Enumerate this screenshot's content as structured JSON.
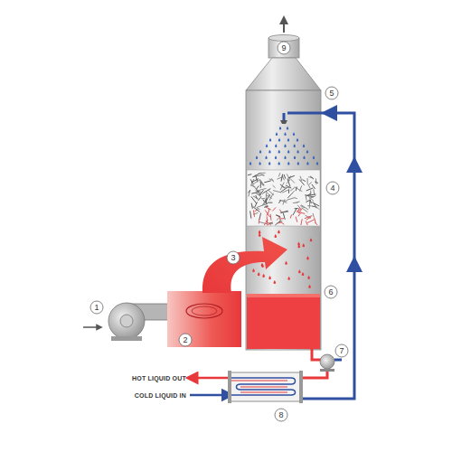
{
  "diagram": {
    "labels": [
      "1",
      "2",
      "3",
      "4",
      "5",
      "6",
      "7",
      "8",
      "9",
      "HOT LIQUID OUT",
      "COLD LIQUID IN"
    ]
  }
}
